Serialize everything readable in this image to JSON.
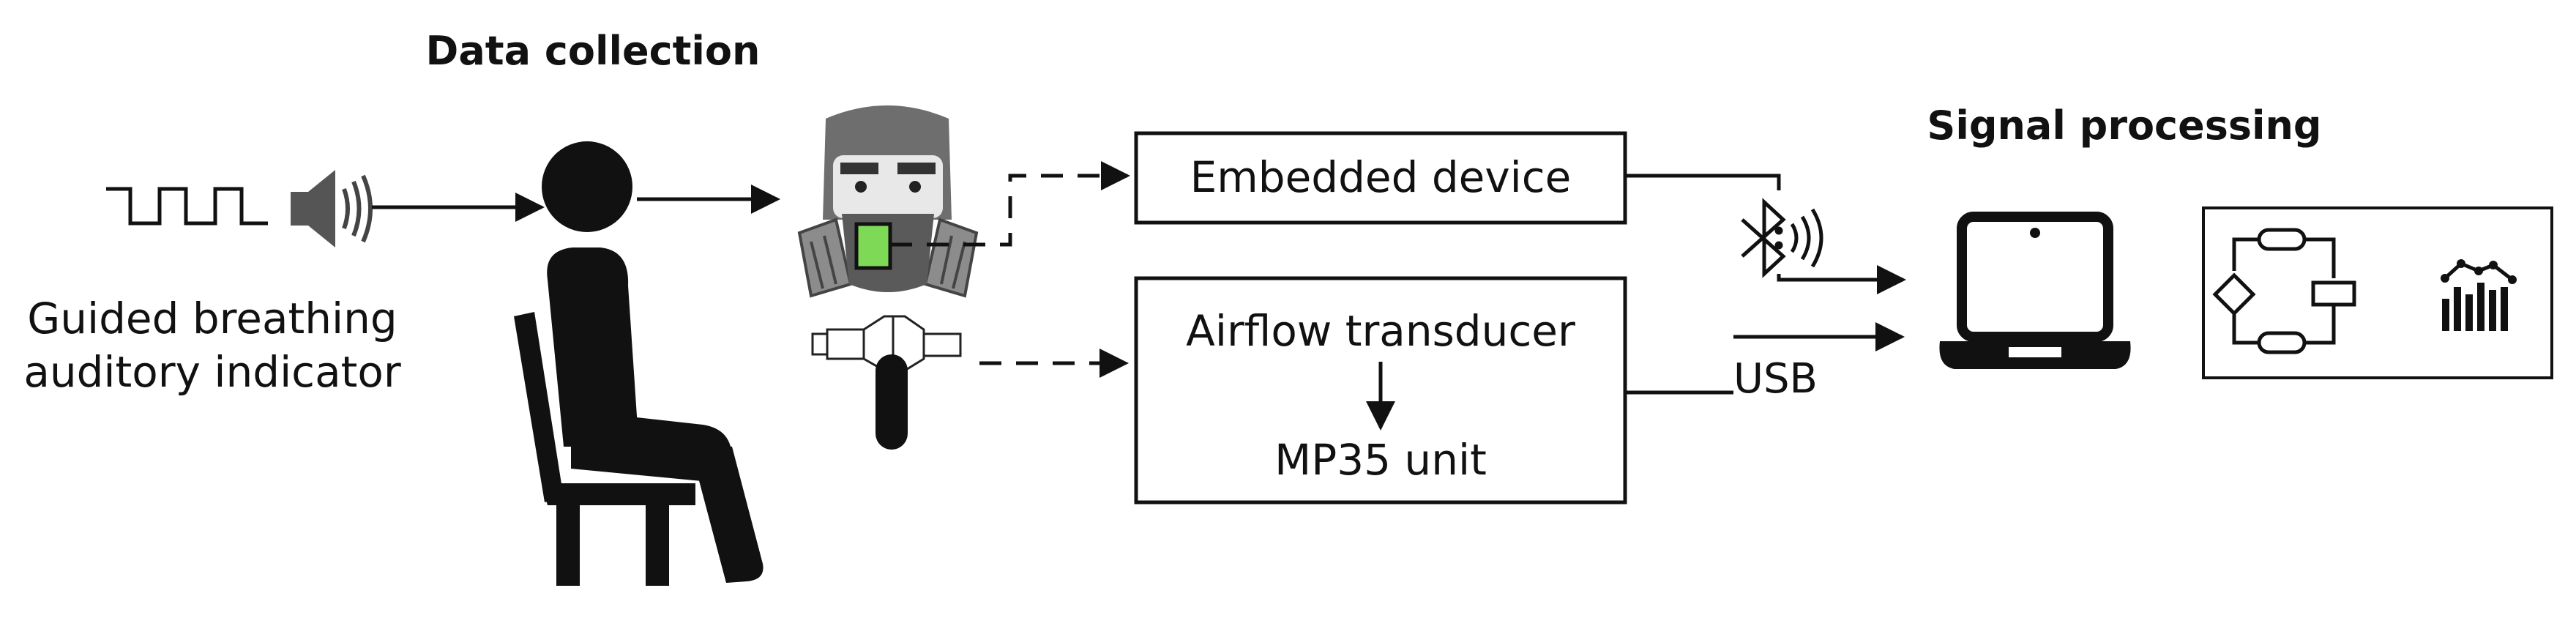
{
  "sections": {
    "data_collection": "Data collection",
    "signal_processing": "Signal processing"
  },
  "indicator": {
    "line1": "Guided breathing",
    "line2": "auditory indicator"
  },
  "boxes": {
    "embedded": "Embedded device",
    "airflow": "Airflow transducer",
    "mp35": "MP35 unit"
  },
  "connections": {
    "usb": "USB"
  },
  "icons": [
    "square-wave-icon",
    "speaker-icon",
    "person-seated-icon",
    "gas-mask-icon",
    "airflow-sensor-icon",
    "bluetooth-icon",
    "laptop-icon",
    "flowchart-icon",
    "bar-chart-icon"
  ],
  "colors": {
    "line": "#111111",
    "sensor_green": "#7ed957",
    "mask_grey": "#8c8c8c",
    "mask_dark": "#5a5a5a"
  }
}
